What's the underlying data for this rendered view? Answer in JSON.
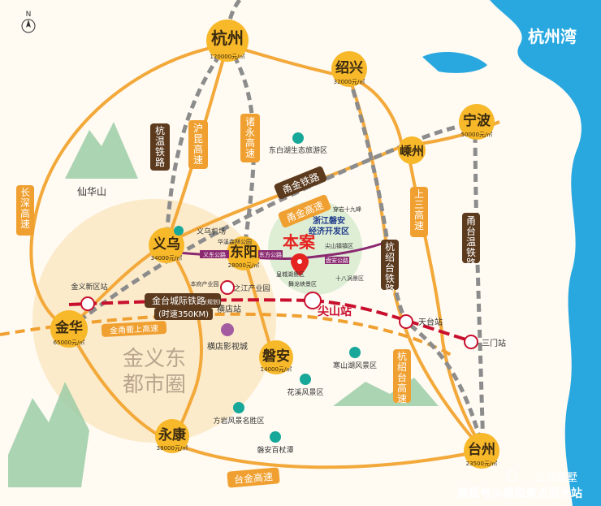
{
  "bay_label": "杭州湾",
  "compass_label": "N",
  "cities": [
    {
      "name": "杭州",
      "price": "120000元/㎡"
    },
    {
      "name": "绍兴",
      "price": "32000元/㎡"
    },
    {
      "name": "宁波",
      "price": "50000元/㎡"
    },
    {
      "name": "嵊州",
      "price": ""
    },
    {
      "name": "义乌",
      "price": "34000元/㎡"
    },
    {
      "name": "东阳",
      "price": "28000元/㎡"
    },
    {
      "name": "金华",
      "price": "65000元/㎡"
    },
    {
      "name": "磐安",
      "price": "14000元/㎡"
    },
    {
      "name": "永康",
      "price": "38000元/㎡"
    },
    {
      "name": "台州",
      "price": "23500元/㎡"
    }
  ],
  "roads": {
    "hangwen": "杭温铁路",
    "huzhou_kun": "沪昆高速",
    "zhuyong": "诸永高速",
    "changshen": "长深高速",
    "yongjin_rail": "甬金铁路",
    "yongjin_highway": "甬金高速",
    "shangsan": "上三高速",
    "yongtaiwen": "甬台温铁路",
    "hangshao_tai": "杭绍台铁路",
    "hangshao_tai_highway": "杭绍台高速",
    "jinyong_up": "金甬衢上高速",
    "taijin": "台金高速"
  },
  "rail_line": {
    "name": "金台城际铁路",
    "note": "(时速350KM)",
    "tag": "(规划)"
  },
  "stations": [
    "金义新区站",
    "横店站",
    "尖山站",
    "天台站",
    "三门站"
  ],
  "project": {
    "label": "本案",
    "zone_title": "浙江磐安",
    "zone_subtitle": "经济开发区"
  },
  "small_labels": [
    "义东公路",
    "东方公路",
    "义乌机场",
    "本府产业园",
    "之江产业园",
    "华溪森林公园",
    "穿岩十九峰",
    "尖山镇镇区",
    "皇城湖景区",
    "十八涡景区",
    "舞龙峡景区",
    "盘安公路"
  ],
  "scenic": {
    "xianhua": "仙华山",
    "dongbaihu": "东白湖生态旅游区",
    "hengdian": "横店影视城",
    "hanshanhu": "寒山湖风景区",
    "huaxi": "花溪风景区",
    "fangyan": "方岩风景名胜区",
    "panan_baizhang": "磐安百杖潭"
  },
  "circle_label": [
    "金义东",
    "都市圈"
  ],
  "watermark": {
    "brand": "云湖雅墅",
    "footer": "搜狐号@搜狐焦点丽水站"
  },
  "colors": {
    "city_yellow": "#f7b82a",
    "sea_blue": "#29a8e0",
    "road_orange": "#f0a030",
    "road_brown": "#5b3a1e",
    "rail_gray": "#8c8c8c",
    "rail_red": "#c8102e",
    "project_red": "#e52421"
  }
}
